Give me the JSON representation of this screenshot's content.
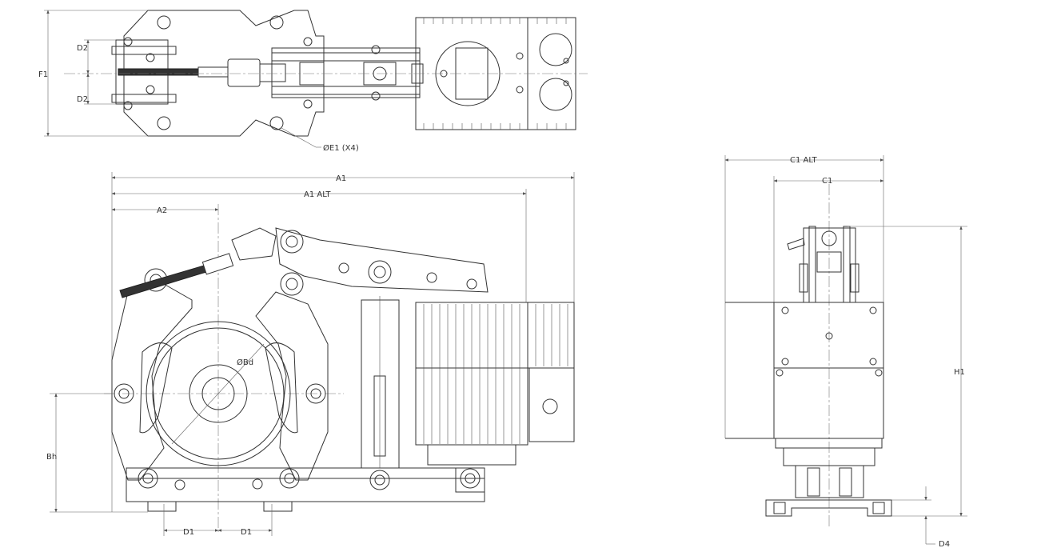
{
  "colors": {
    "line": "#333333",
    "dimension": "#666666",
    "background": "#ffffff"
  },
  "labels": {
    "d2_top": "D2",
    "d2_bottom": "D2",
    "f1": "F1",
    "e1_holes": "ØE1 (X4)",
    "a1": "A1",
    "a1_alt": "A1 ALT",
    "a2": "A2",
    "bd": "ØBd",
    "bh": "Bh",
    "d1_left": "D1",
    "d1_right": "D1",
    "c1_alt": "C1 ALT",
    "c1": "C1",
    "h1": "H1",
    "d4": "D4"
  }
}
